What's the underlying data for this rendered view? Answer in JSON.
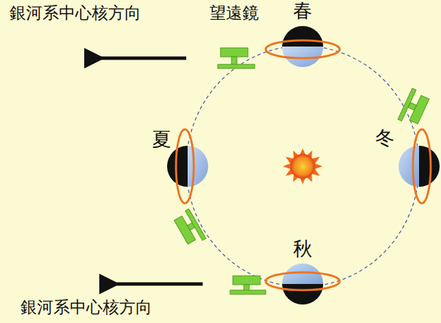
{
  "diagram": {
    "labels": [
      "銀河系中心核方向",
      "望遠鏡",
      "春",
      "夏",
      "冬",
      "秋",
      "銀河系中心核方向"
    ]
  }
}
